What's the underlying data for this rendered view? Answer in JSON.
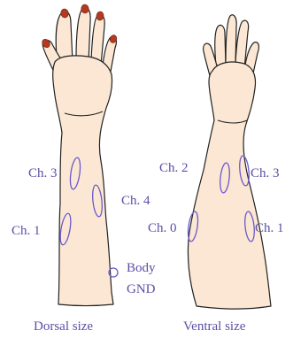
{
  "colors": {
    "skin": "#fbe7d3",
    "outline": "#222222",
    "nail": "#b5391f",
    "electrode": "#6a5acd",
    "text": "#5a4fa6"
  },
  "dorsal": {
    "caption": "Dorsal size",
    "labels": {
      "ch3": "Ch. 3",
      "ch4": "Ch. 4",
      "ch1": "Ch. 1",
      "body_gnd_line1": "Body",
      "body_gnd_line2": "GND"
    }
  },
  "ventral": {
    "caption": "Ventral size",
    "labels": {
      "ch2": "Ch. 2",
      "ch3": "Ch. 3",
      "ch0": "Ch. 0",
      "ch1": "Ch. 1"
    }
  }
}
